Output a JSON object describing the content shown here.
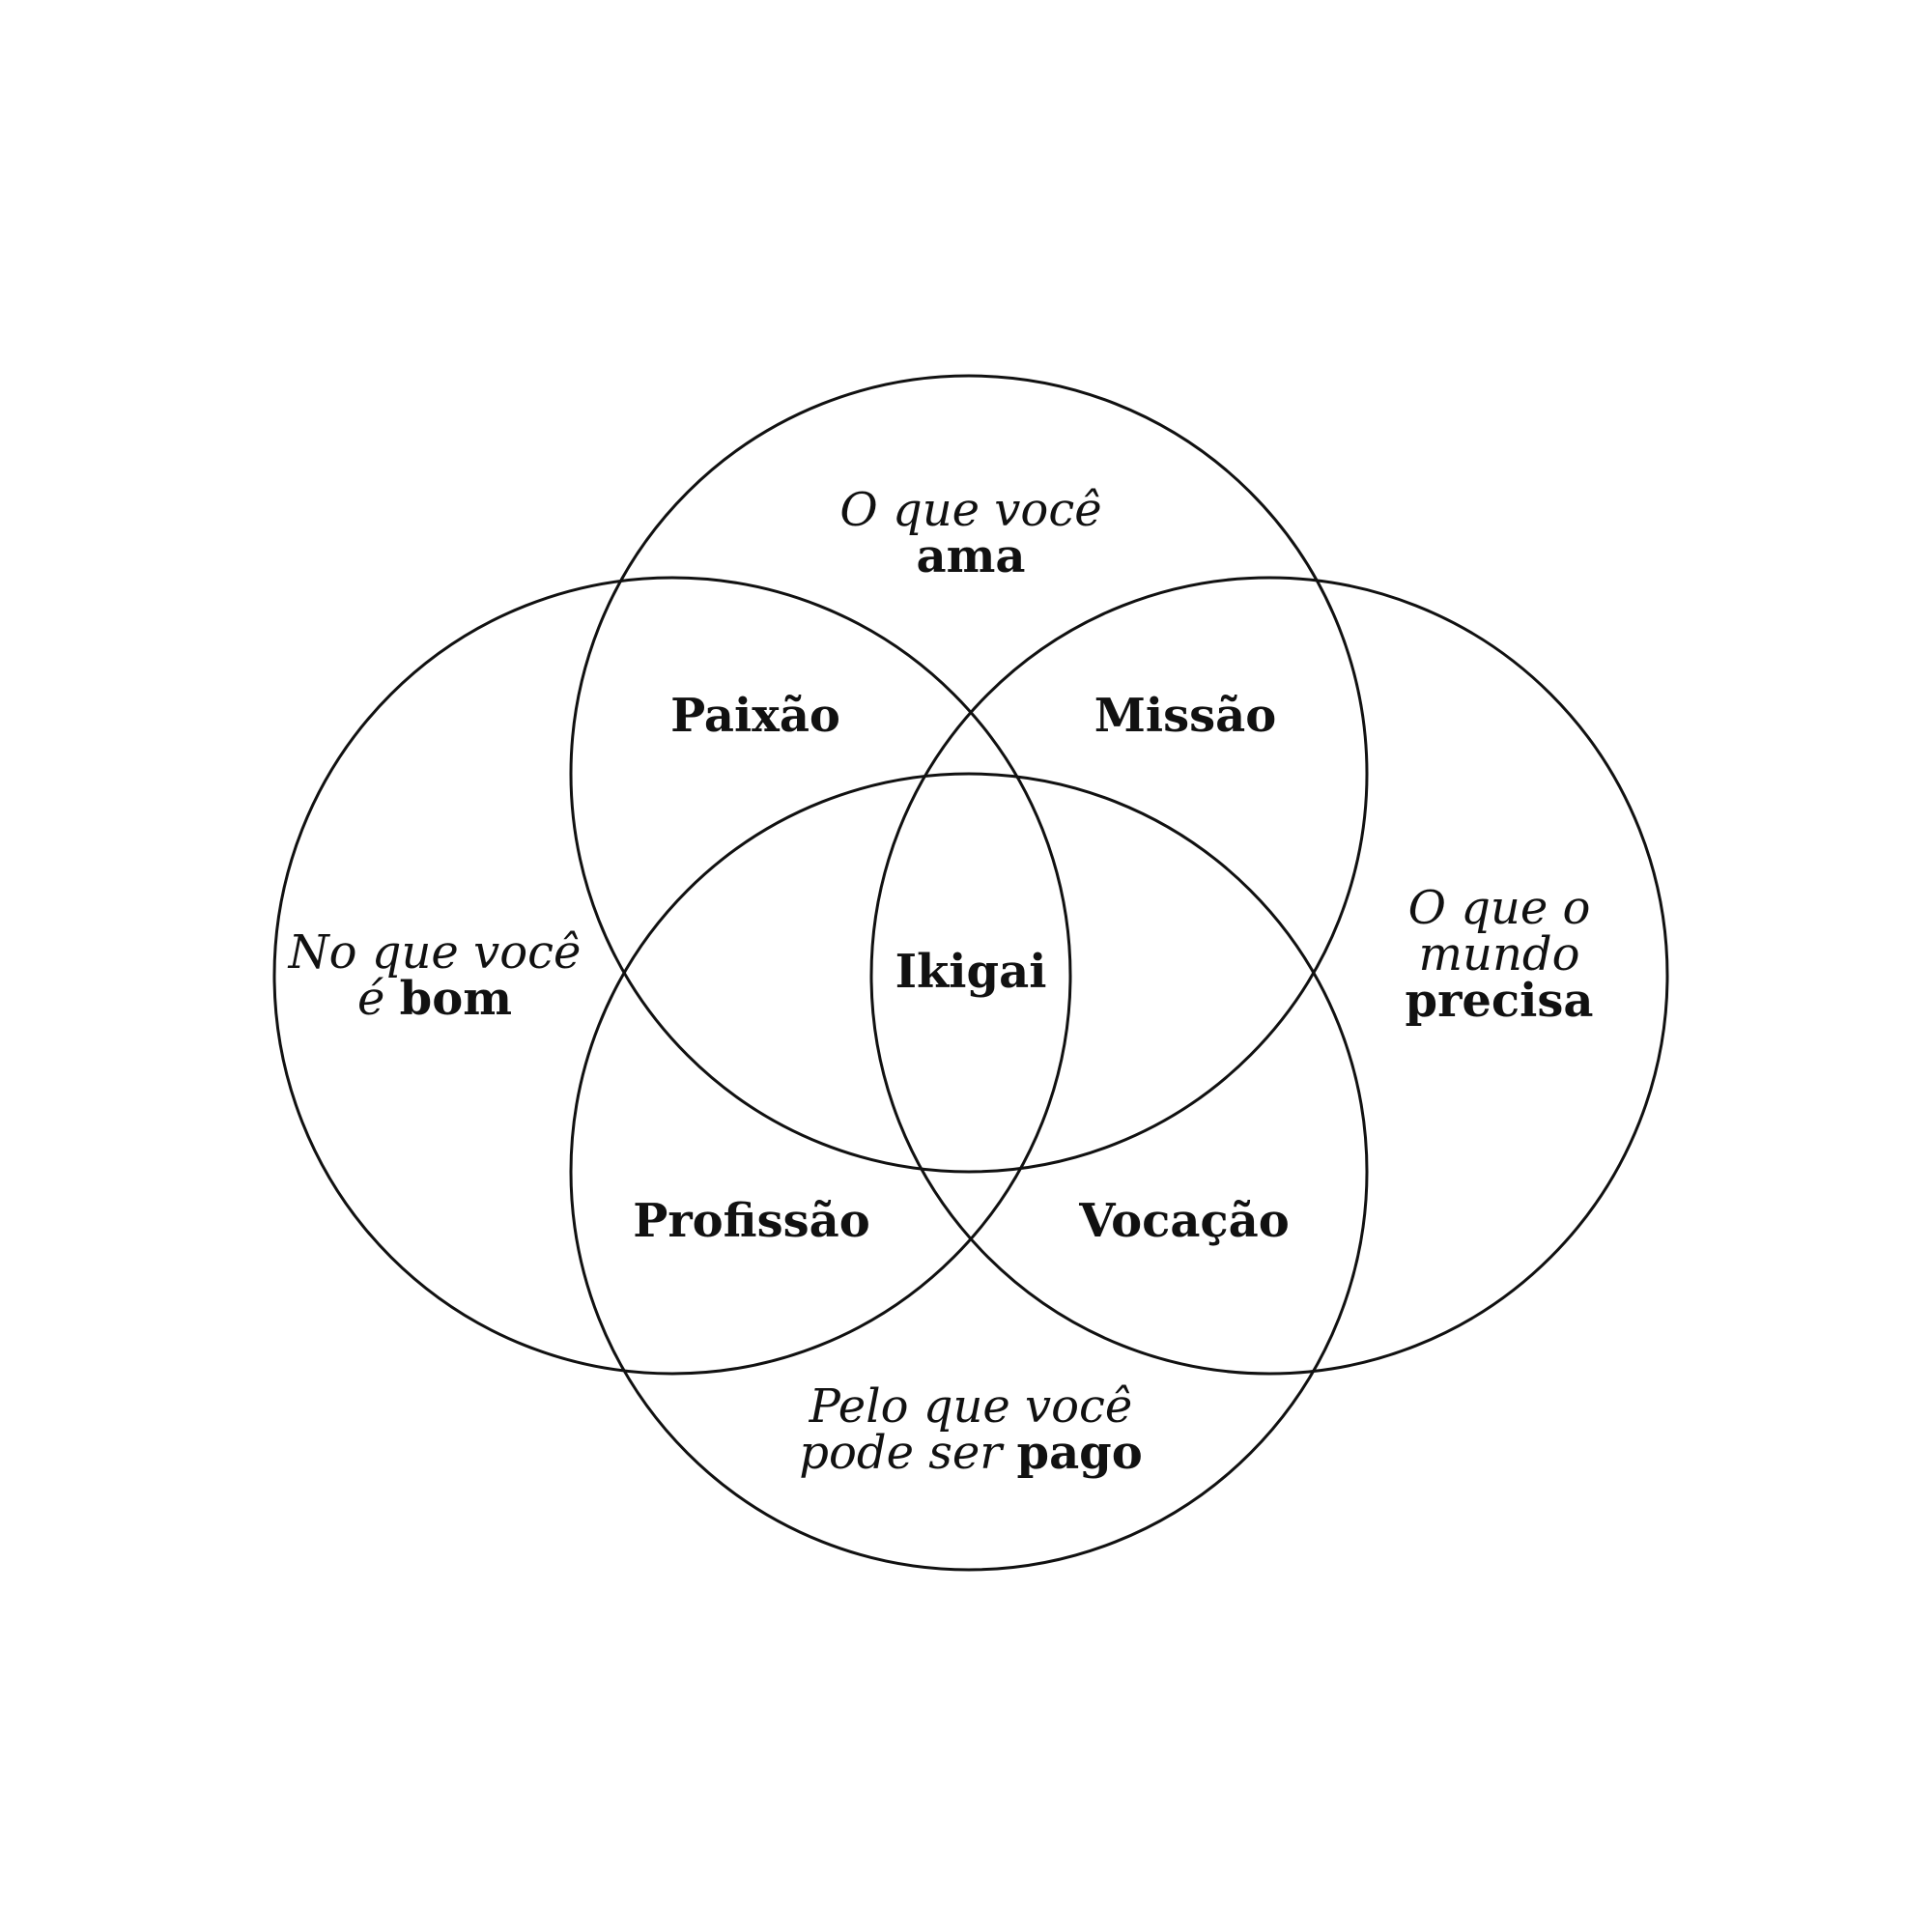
{
  "diagram": {
    "type": "venn-four-circles",
    "stroke_color": "#111111",
    "background": "#ffffff",
    "circles": [
      {
        "name": "top"
      },
      {
        "name": "left"
      },
      {
        "name": "right"
      },
      {
        "name": "bottom"
      }
    ],
    "outer_labels": {
      "top": {
        "italic": "O que você",
        "bold": "ama"
      },
      "left": {
        "italic_line1": "No que você",
        "italic_line2": "é",
        "bold": "bom"
      },
      "right": {
        "italic_line1": "O que o",
        "italic_line2": "mundo",
        "bold": "precisa"
      },
      "bottom": {
        "italic_line1": "Pelo que você",
        "italic_line2": "pode ser",
        "bold": "pago"
      }
    },
    "intersections": {
      "passion": "Paixão",
      "mission": "Missão",
      "profession": "Profissão",
      "vocation": "Vocação",
      "center": "Ikigai"
    }
  }
}
